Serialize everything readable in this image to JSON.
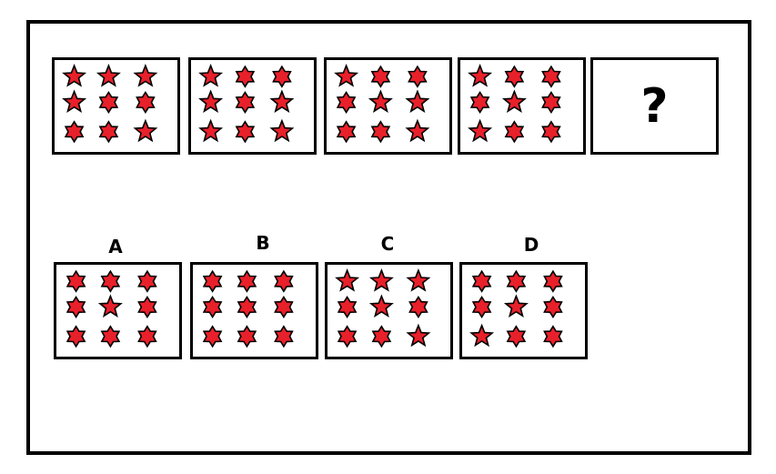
{
  "question_mark": "?",
  "colors": {
    "star_fill": "#e8202a",
    "star_stroke": "#000000",
    "border": "#000000"
  },
  "sequence": [
    {
      "id": "panel-1",
      "stars": [
        [
          5,
          5,
          5
        ],
        [
          5,
          6,
          6
        ],
        [
          6,
          6,
          5
        ]
      ]
    },
    {
      "id": "panel-2",
      "stars": [
        [
          5,
          6,
          6
        ],
        [
          5,
          6,
          5
        ],
        [
          5,
          6,
          5
        ]
      ]
    },
    {
      "id": "panel-3",
      "stars": [
        [
          5,
          6,
          6
        ],
        [
          6,
          5,
          5
        ],
        [
          6,
          6,
          5
        ]
      ]
    },
    {
      "id": "panel-4",
      "stars": [
        [
          5,
          6,
          6
        ],
        [
          6,
          5,
          6
        ],
        [
          5,
          6,
          6
        ]
      ]
    }
  ],
  "options": [
    {
      "label": "A",
      "stars": [
        [
          6,
          6,
          6
        ],
        [
          6,
          5,
          6
        ],
        [
          6,
          6,
          6
        ]
      ]
    },
    {
      "label": "B",
      "stars": [
        [
          6,
          6,
          6
        ],
        [
          6,
          6,
          6
        ],
        [
          6,
          6,
          6
        ]
      ]
    },
    {
      "label": "C",
      "stars": [
        [
          5,
          5,
          5
        ],
        [
          6,
          5,
          6
        ],
        [
          6,
          6,
          5
        ]
      ]
    },
    {
      "label": "D",
      "stars": [
        [
          6,
          6,
          6
        ],
        [
          6,
          5,
          6
        ],
        [
          5,
          6,
          6
        ]
      ]
    }
  ]
}
